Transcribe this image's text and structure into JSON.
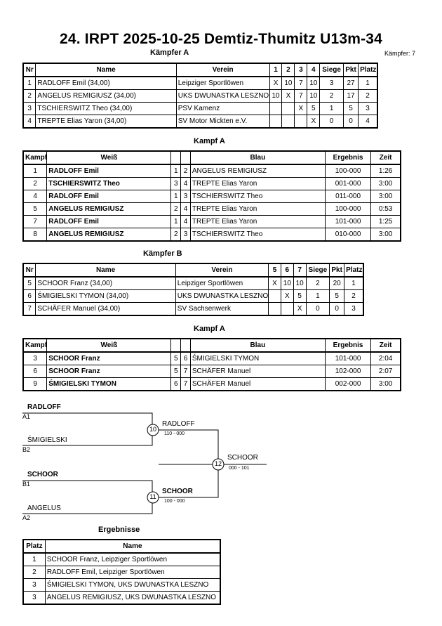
{
  "title": "24. IRPT  2025-10-25  Demtiz-Thumitz   U13m-34",
  "group_a": {
    "heading": "Kämpfer A",
    "count_label": "Kämpfer: 7",
    "headers": [
      "Nr",
      "Name",
      "Verein",
      "1",
      "2",
      "3",
      "4",
      "Siege",
      "Pkt",
      "Platz"
    ],
    "rows": [
      [
        "1",
        "RADLOFF Emil  (34,00)",
        "Leipziger Sportlöwen",
        "X",
        "10",
        "7",
        "10",
        "3",
        "27",
        "1"
      ],
      [
        "2",
        "ANGELUS  REMIGIUSZ  (34,00)",
        "UKS DWUNASTKA LESZNO",
        "10",
        "X",
        "7",
        "10",
        "2",
        "17",
        "2"
      ],
      [
        "3",
        "TSCHIERSWITZ  Theo  (34,00)",
        "PSV Kamenz",
        "",
        "",
        "X",
        "5",
        "1",
        "5",
        "3"
      ],
      [
        "4",
        "TREPTE Elias Yaron  (34,00)",
        "SV Motor Mickten e.V.",
        "",
        "",
        "",
        "X",
        "0",
        "0",
        "4"
      ]
    ]
  },
  "fights_a": {
    "heading": "Kampf A",
    "headers": [
      "Kampf",
      "Weiß",
      "",
      "",
      "Blau",
      "Ergebnis",
      "Zeit"
    ],
    "rows": [
      [
        "1",
        "RADLOFF Emil",
        "1",
        "2",
        "ANGELUS  REMIGIUSZ",
        "100-000",
        "1:26"
      ],
      [
        "2",
        "TSCHIERSWITZ  Theo",
        "3",
        "4",
        "TREPTE Elias Yaron",
        "001-000",
        "3:00"
      ],
      [
        "4",
        "RADLOFF Emil",
        "1",
        "3",
        "TSCHIERSWITZ  Theo",
        "011-000",
        "3:00"
      ],
      [
        "5",
        "ANGELUS  REMIGIUSZ",
        "2",
        "4",
        "TREPTE Elias Yaron",
        "100-000",
        "0:53"
      ],
      [
        "7",
        "RADLOFF Emil",
        "1",
        "4",
        "TREPTE Elias Yaron",
        "101-000",
        "1:25"
      ],
      [
        "8",
        "ANGELUS  REMIGIUSZ",
        "2",
        "3",
        "TSCHIERSWITZ  Theo",
        "010-000",
        "3:00"
      ]
    ]
  },
  "group_b": {
    "heading": "Kämpfer B",
    "headers": [
      "Nr",
      "Name",
      "Verein",
      "5",
      "6",
      "7",
      "Siege",
      "Pkt",
      "Platz"
    ],
    "rows": [
      [
        "5",
        "SCHOOR Franz  (34,00)",
        "Leipziger Sportlöwen",
        "X",
        "10",
        "10",
        "2",
        "20",
        "1"
      ],
      [
        "6",
        "ŚMIGIELSKI TYMON  (34,00)",
        "UKS DWUNASTKA LESZNO",
        "",
        "X",
        "5",
        "1",
        "5",
        "2"
      ],
      [
        "7",
        "SCHÄFER Manuel  (34,00)",
        "SV Sachsenwerk",
        "",
        "",
        "X",
        "0",
        "0",
        "3"
      ]
    ]
  },
  "fights_b": {
    "heading": "Kampf A",
    "headers": [
      "Kampf",
      "Weiß",
      "",
      "",
      "Blau",
      "Ergebnis",
      "Zeit"
    ],
    "rows": [
      [
        "3",
        "SCHOOR Franz",
        "5",
        "6",
        "ŚMIGIELSKI TYMON",
        "101-000",
        "2:04"
      ],
      [
        "6",
        "SCHOOR Franz",
        "5",
        "7",
        "SCHÄFER Manuel",
        "102-000",
        "2:07"
      ],
      [
        "9",
        "ŚMIGIELSKI TYMON",
        "6",
        "7",
        "SCHÄFER Manuel",
        "002-000",
        "3:00"
      ]
    ]
  },
  "bracket": {
    "top1": {
      "name": "RADLOFF",
      "seed": "A1"
    },
    "top2": {
      "name": "ŚMIGIELSKI",
      "seed": "B2"
    },
    "bot1": {
      "name": "SCHOOR",
      "seed": "B1"
    },
    "bot2": {
      "name": "ANGELUS",
      "seed": "A2"
    },
    "m10": {
      "num": "10",
      "winner": "RADLOFF",
      "score": "110 - 000"
    },
    "m11": {
      "num": "11",
      "winner": "SCHOOR",
      "score": "100 - 000"
    },
    "m12": {
      "num": "12",
      "winner": "SCHOOR",
      "score": "000 - 101"
    }
  },
  "results": {
    "heading": "Ergebnisse",
    "headers": [
      "Platz",
      "Name"
    ],
    "rows": [
      [
        "1",
        "SCHOOR Franz, Leipziger Sportlöwen"
      ],
      [
        "2",
        "RADLOFF Emil, Leipziger Sportlöwen"
      ],
      [
        "3",
        "ŚMIGIELSKI TYMON, UKS DWUNASTKA LESZNO"
      ],
      [
        "3",
        "ANGELUS  REMIGIUSZ, UKS DWUNASTKA LESZNO"
      ]
    ]
  }
}
